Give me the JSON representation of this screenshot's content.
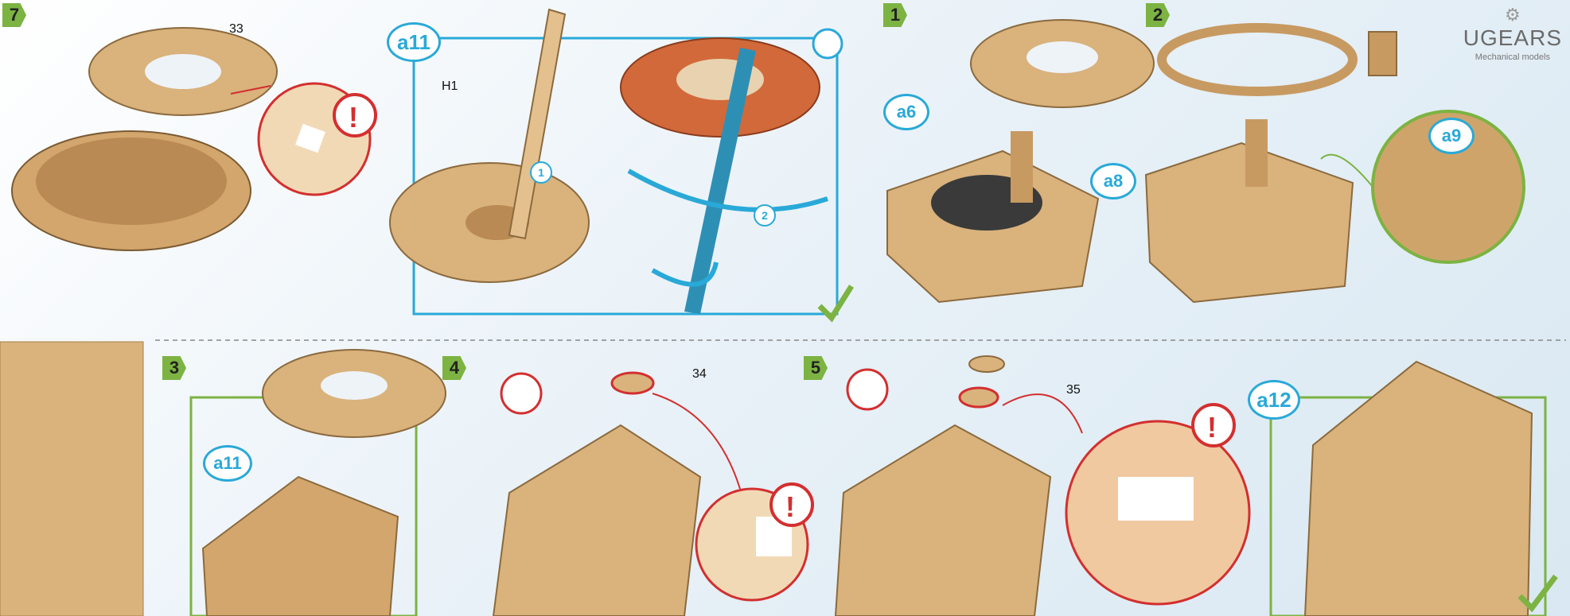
{
  "brand": {
    "name": "UGEARS",
    "tagline": "Mechanical models"
  },
  "steps": [
    "7",
    "1",
    "2",
    "3",
    "4",
    "5"
  ],
  "parts": {
    "a11_top": "a11",
    "a6": "a6",
    "a8": "a8",
    "a9": "a9",
    "a11_bottom": "a11",
    "a12": "a12"
  },
  "numbers": {
    "n33": "33",
    "h1": "H1",
    "n34": "34",
    "n35": "35"
  },
  "arrows": {
    "r1": "1",
    "r2": "2"
  },
  "colors": {
    "green": "#7cb342",
    "blue": "#29a9d8",
    "red": "#d32f2f",
    "wood": "#d9b27c"
  }
}
